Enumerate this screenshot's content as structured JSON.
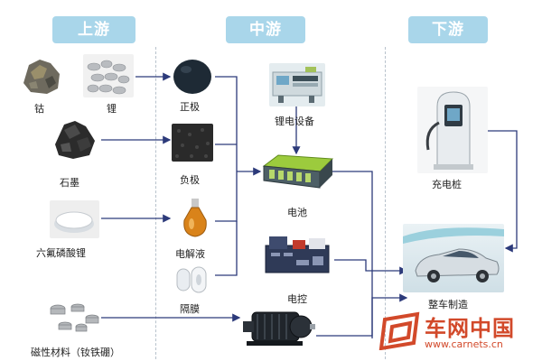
{
  "sections": {
    "upstream": "上游",
    "midstream": "中游",
    "downstream": "下游"
  },
  "upstream_items": {
    "cobalt": "钴",
    "lithium": "锂",
    "graphite": "石墨",
    "lipf6": "六氟磷酸锂",
    "magnet": "磁性材料（钕铁硼）"
  },
  "components": {
    "cathode": "正极",
    "anode": "负极",
    "electrolyte": "电解液",
    "separator": "隔膜"
  },
  "midstream_items": {
    "equipment": "锂电设备",
    "battery": "电池",
    "control": "电控"
  },
  "downstream_items": {
    "charger": "充电桩",
    "vehicle": "整车制造"
  },
  "watermark": {
    "brand": "车网中国",
    "url": "www.carnets.cn"
  },
  "colors": {
    "header": "#a9d6ea",
    "arrow": "#2c3a7a",
    "logo": "#d2492a"
  }
}
